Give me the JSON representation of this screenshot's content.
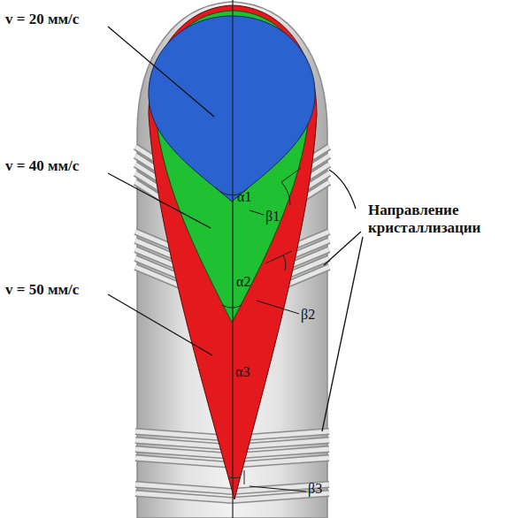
{
  "diagram": {
    "labels": [
      "v = 20 мм/с",
      "v = 40 мм/с",
      "v = 50 мм/с",
      "α1",
      "α2",
      "α3",
      "β1",
      "β2",
      "β3",
      "Направление кристаллизации"
    ]
  }
}
